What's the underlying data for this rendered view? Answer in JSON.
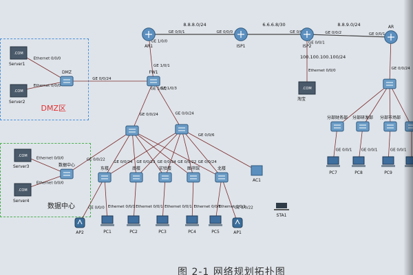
{
  "diagram": {
    "caption": "图 2-1 网络规划拓扑图",
    "zones": {
      "dmz": "DMZ区",
      "datacenter": "数据中心"
    },
    "nodes": {
      "ar1": {
        "label": "AR1",
        "type": "router"
      },
      "isp1": {
        "label": "ISP1",
        "type": "router"
      },
      "isp2": {
        "label": "ISP2",
        "type": "router"
      },
      "ar": {
        "label": "AR",
        "type": "router"
      },
      "fw1": {
        "label": "FW1",
        "type": "switch"
      },
      "dmz_sw": {
        "label": "DMZ",
        "type": "switch"
      },
      "core1": {
        "label": "",
        "type": "switch"
      },
      "core2": {
        "label": "",
        "type": "switch"
      },
      "server1": {
        "label": "Server1",
        "type": "server"
      },
      "server2": {
        "label": "Server2",
        "type": "server"
      },
      "server3": {
        "label": "Server3",
        "type": "server"
      },
      "server4": {
        "label": "Server4",
        "type": "server"
      },
      "taobao": {
        "label": "淘宝",
        "type": "server"
      },
      "dc_sw": {
        "label": "数据中心",
        "type": "switch"
      },
      "acc1": {
        "label": "东楼",
        "type": "switch"
      },
      "acc2": {
        "label": "南楼",
        "type": "switch"
      },
      "acc3": {
        "label": "实验楼",
        "type": "switch"
      },
      "acc4": {
        "label": "图书馆",
        "type": "switch"
      },
      "acc5": {
        "label": "北楼",
        "type": "switch"
      },
      "ac1": {
        "label": "AC1",
        "type": "ac"
      },
      "ap2": {
        "label": "AP2",
        "type": "ap"
      },
      "pc1": {
        "label": "PC1",
        "type": "pc"
      },
      "pc2": {
        "label": "PC2",
        "type": "pc"
      },
      "pc3": {
        "label": "PC3",
        "type": "pc"
      },
      "pc4": {
        "label": "PC4",
        "type": "pc"
      },
      "pc5": {
        "label": "PC5",
        "type": "pc"
      },
      "ap1": {
        "label": "AP1",
        "type": "ap"
      },
      "sta1": {
        "label": "STA1",
        "type": "sta"
      },
      "br_sw": {
        "label": "",
        "type": "switch"
      },
      "br1": {
        "label": "分部财务部",
        "type": "switch"
      },
      "br2": {
        "label": "分部研发部",
        "type": "switch"
      },
      "br3": {
        "label": "分部市场部",
        "type": "switch"
      },
      "br4": {
        "label": "",
        "type": "switch"
      },
      "pc7": {
        "label": "PC7",
        "type": "pc"
      },
      "pc8": {
        "label": "PC8",
        "type": "pc"
      },
      "pc9": {
        "label": "PC9",
        "type": "pc"
      },
      "pc10": {
        "label": "",
        "type": "pc"
      }
    },
    "networks": [
      {
        "from": "ar1",
        "to": "isp1",
        "text": "8.8.8.0/24"
      },
      {
        "from": "isp1",
        "to": "isp2",
        "text": "6.6.6.8/30"
      },
      {
        "from": "isp2",
        "to": "ar",
        "text": "8.8.9.0/24"
      },
      {
        "from": "isp2",
        "to": "taobao",
        "text": "100.100.100.100/24"
      }
    ],
    "links": [
      {
        "from": "ar1",
        "to": "isp1",
        "a": "GE 0/0/1",
        "b": "GE 0/0/0"
      },
      {
        "from": "isp1",
        "to": "isp2",
        "a": "",
        "b": "GE 0/0/0"
      },
      {
        "from": "isp2",
        "to": "ar",
        "a": "GE 0/0/2",
        "b": "GE 0/0/1"
      },
      {
        "from": "isp2",
        "to": "taobao",
        "a": "GE 0/0/1",
        "b": "Ethernet 0/0/0"
      },
      {
        "from": "ar1",
        "to": "fw1",
        "a": "GE 1/0/0",
        "b": "GE 1/0/1"
      },
      {
        "from": "fw1",
        "to": "dmz_sw",
        "a": "",
        "b": "GE 0/0/24"
      },
      {
        "from": "dmz_sw",
        "to": "server1",
        "a": "",
        "b": "Ethernet 0/0/0"
      },
      {
        "from": "dmz_sw",
        "to": "server2",
        "a": "",
        "b": "Ethernet 0/0/0"
      },
      {
        "from": "fw1",
        "to": "core1",
        "a": "GE 1/0/2",
        "b": "GE 0/0/24"
      },
      {
        "from": "fw1",
        "to": "core2",
        "a": "GE 1/0/3",
        "b": "GE 0/0/24"
      },
      {
        "from": "core1",
        "to": "dc_sw",
        "a": "",
        "b": "GE 0/0/22"
      },
      {
        "from": "dc_sw",
        "to": "server3",
        "a": "",
        "b": "Ethernet 0/0/0"
      },
      {
        "from": "dc_sw",
        "to": "server4",
        "a": "",
        "b": "Ethernet 0/0/0"
      },
      {
        "from": "core1",
        "to": "acc1",
        "a": "",
        "b": "GE 0/0/24"
      },
      {
        "from": "core1",
        "to": "acc2",
        "a": "",
        "b": "GE 0/0/23"
      },
      {
        "from": "core1",
        "to": "acc3",
        "a": "",
        "b": "GE 0/0/24"
      },
      {
        "from": "core1",
        "to": "acc4",
        "a": "",
        "b": "GE 0/0/22"
      },
      {
        "from": "core1",
        "to": "acc5",
        "a": "",
        "b": "GE 0/0/24"
      },
      {
        "from": "core2",
        "to": "acc1",
        "a": "",
        "b": ""
      },
      {
        "from": "core2",
        "to": "acc2",
        "a": "",
        "b": ""
      },
      {
        "from": "core2",
        "to": "acc3",
        "a": "",
        "b": ""
      },
      {
        "from": "core2",
        "to": "acc4",
        "a": "",
        "b": ""
      },
      {
        "from": "core2",
        "to": "acc5",
        "a": "",
        "b": ""
      },
      {
        "from": "core2",
        "to": "ac1",
        "a": "GE 0/0/6",
        "b": ""
      },
      {
        "from": "acc1",
        "to": "ap2",
        "a": "",
        "b": "GE 0/0/0"
      },
      {
        "from": "acc1",
        "to": "pc1",
        "a": "",
        "b": "Ethernet 0/0/1"
      },
      {
        "from": "acc2",
        "to": "pc2",
        "a": "",
        "b": "Ethernet 0/0/1"
      },
      {
        "from": "acc3",
        "to": "pc3",
        "a": "",
        "b": "Ethernet 0/0/1"
      },
      {
        "from": "acc4",
        "to": "pc4",
        "a": "",
        "b": "Ethernet 0/0/1"
      },
      {
        "from": "acc5",
        "to": "pc5",
        "a": "",
        "b": "Ethernet 0/0/1"
      },
      {
        "from": "acc5",
        "to": "ap1",
        "a": "",
        "b": "GE 0/0/22"
      },
      {
        "from": "ar",
        "to": "br_sw",
        "a": "",
        "b": "GE 0/0/24"
      },
      {
        "from": "br_sw",
        "to": "br1",
        "a": "",
        "b": ""
      },
      {
        "from": "br_sw",
        "to": "br2",
        "a": "",
        "b": ""
      },
      {
        "from": "br_sw",
        "to": "br3",
        "a": "",
        "b": ""
      },
      {
        "from": "br_sw",
        "to": "br4",
        "a": "",
        "b": ""
      },
      {
        "from": "br1",
        "to": "pc7",
        "a": "",
        "b": "GE 0/0/1"
      },
      {
        "from": "br2",
        "to": "pc8",
        "a": "",
        "b": "GE 0/0/1"
      },
      {
        "from": "br3",
        "to": "pc9",
        "a": "",
        "b": "GE 0/0/1"
      },
      {
        "from": "br4",
        "to": "pc10",
        "a": "",
        "b": ""
      }
    ]
  }
}
